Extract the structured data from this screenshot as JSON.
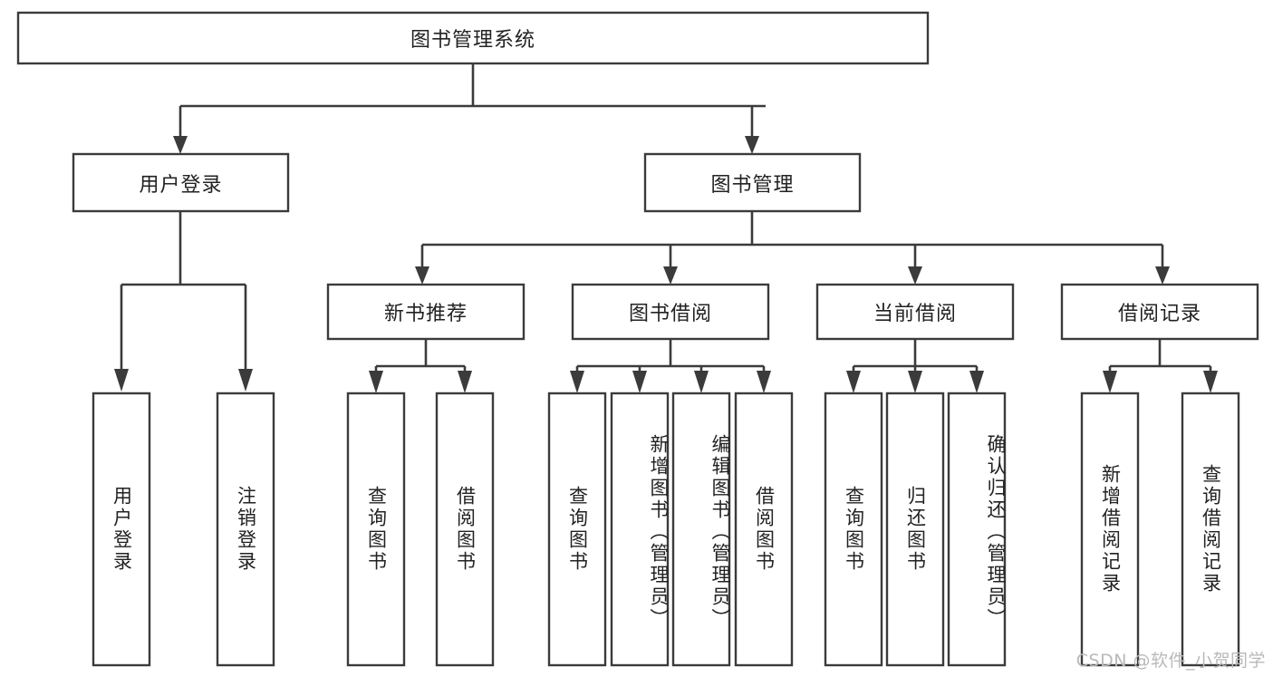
{
  "diagram": {
    "title": "图书管理系统",
    "type": "tree-hierarchy",
    "colors": {
      "box_stroke": "#3b3b3b",
      "box_fill": "#ffffff",
      "connector": "#3b3b3b",
      "text": "#222222",
      "watermark": "#b9b9b9",
      "background": "#ffffff"
    },
    "root": {
      "label": "图书管理系统"
    },
    "level2": [
      {
        "id": "user-login",
        "label": "用户登录"
      },
      {
        "id": "book-management",
        "label": "图书管理"
      }
    ],
    "level3": [
      {
        "id": "new-book-recommend",
        "label": "新书推荐"
      },
      {
        "id": "book-borrow",
        "label": "图书借阅"
      },
      {
        "id": "current-borrow",
        "label": "当前借阅"
      },
      {
        "id": "borrow-record",
        "label": "借阅记录"
      }
    ],
    "leaves": {
      "user_login": [
        {
          "id": "leaf-user-login",
          "label": "用户登录"
        },
        {
          "id": "leaf-logout-login",
          "label": "注销登录"
        }
      ],
      "new_book_recommend": [
        {
          "id": "leaf-query-book-1",
          "label": "查询图书"
        },
        {
          "id": "leaf-borrow-book-1",
          "label": "借阅图书"
        }
      ],
      "book_borrow": [
        {
          "id": "leaf-query-book-2",
          "label": "查询图书"
        },
        {
          "id": "leaf-add-book-admin",
          "label": "新增图书（管理员）"
        },
        {
          "id": "leaf-edit-book-admin",
          "label": "编辑图书（管理员）"
        },
        {
          "id": "leaf-borrow-book-2",
          "label": "借阅图书"
        }
      ],
      "current_borrow": [
        {
          "id": "leaf-query-book-3",
          "label": "查询图书"
        },
        {
          "id": "leaf-return-book",
          "label": "归还图书"
        },
        {
          "id": "leaf-confirm-return-admin",
          "label": "确认归还（管理员）"
        }
      ],
      "borrow_record": [
        {
          "id": "leaf-add-borrow-record",
          "label": "新增借阅记录"
        },
        {
          "id": "leaf-query-borrow-record",
          "label": "查询借阅记录"
        }
      ]
    },
    "watermark": "CSDN @软件_小贺同学"
  }
}
